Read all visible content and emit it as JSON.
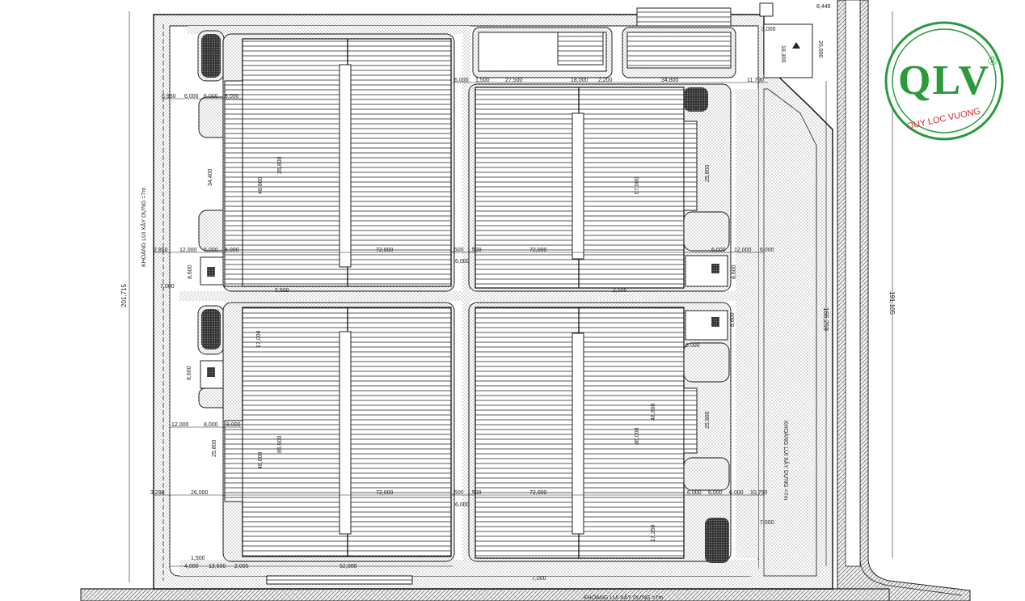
{
  "logo": {
    "mark": "QLV",
    "registered": "®",
    "name": "QUY LOC VUONG",
    "color": "#2a9a3a",
    "accent": "#d8262a"
  },
  "dimensions": {
    "site_depth_left": "201,715",
    "site_depth_right": "191,105",
    "road_length": "166,259",
    "building_length": "72,000",
    "bay_small": "6,000",
    "bay_mid": "8,000",
    "dock_depth": "12,000",
    "sep": "1,500",
    "top_a": "27,500",
    "top_b": "18,000",
    "top_c": "2,200",
    "top_d": "34,800",
    "top_e": "11,790",
    "top_f": "20,000",
    "top_g": "18,300",
    "top_h": "3,000",
    "width_a": "34,400",
    "width_b": "25,800",
    "width_c": "8,600",
    "height_a": "48,800",
    "height_b": "67,000",
    "height_c": "86,000",
    "height_d": "35,800",
    "height_e": "17,000",
    "left_a": "12,000",
    "left_b": "26,000",
    "left_c": "2,850",
    "left_d": "7,000",
    "left_e": "3,290",
    "bottom_a": "13,500",
    "bottom_b": "52,000",
    "bottom_c": "4,000",
    "bottom_d": "7,000",
    "bottom_e": "10,790",
    "bottom_f": "17,250",
    "corner_a": "6,950",
    "corner_b": "2,000",
    "corner_c": "2,500",
    "corner_d": "5,600",
    "corner_e": "8,446"
  },
  "labels": {
    "setback_left": "KHOẢNG LÙI XÂY DỰNG =7m",
    "setback_bottom": "KHOẢNG LÙI XÂY DỰNG =7m",
    "setback_right": "KHOẢNG LÙI XÂY DỰNG =7m"
  }
}
